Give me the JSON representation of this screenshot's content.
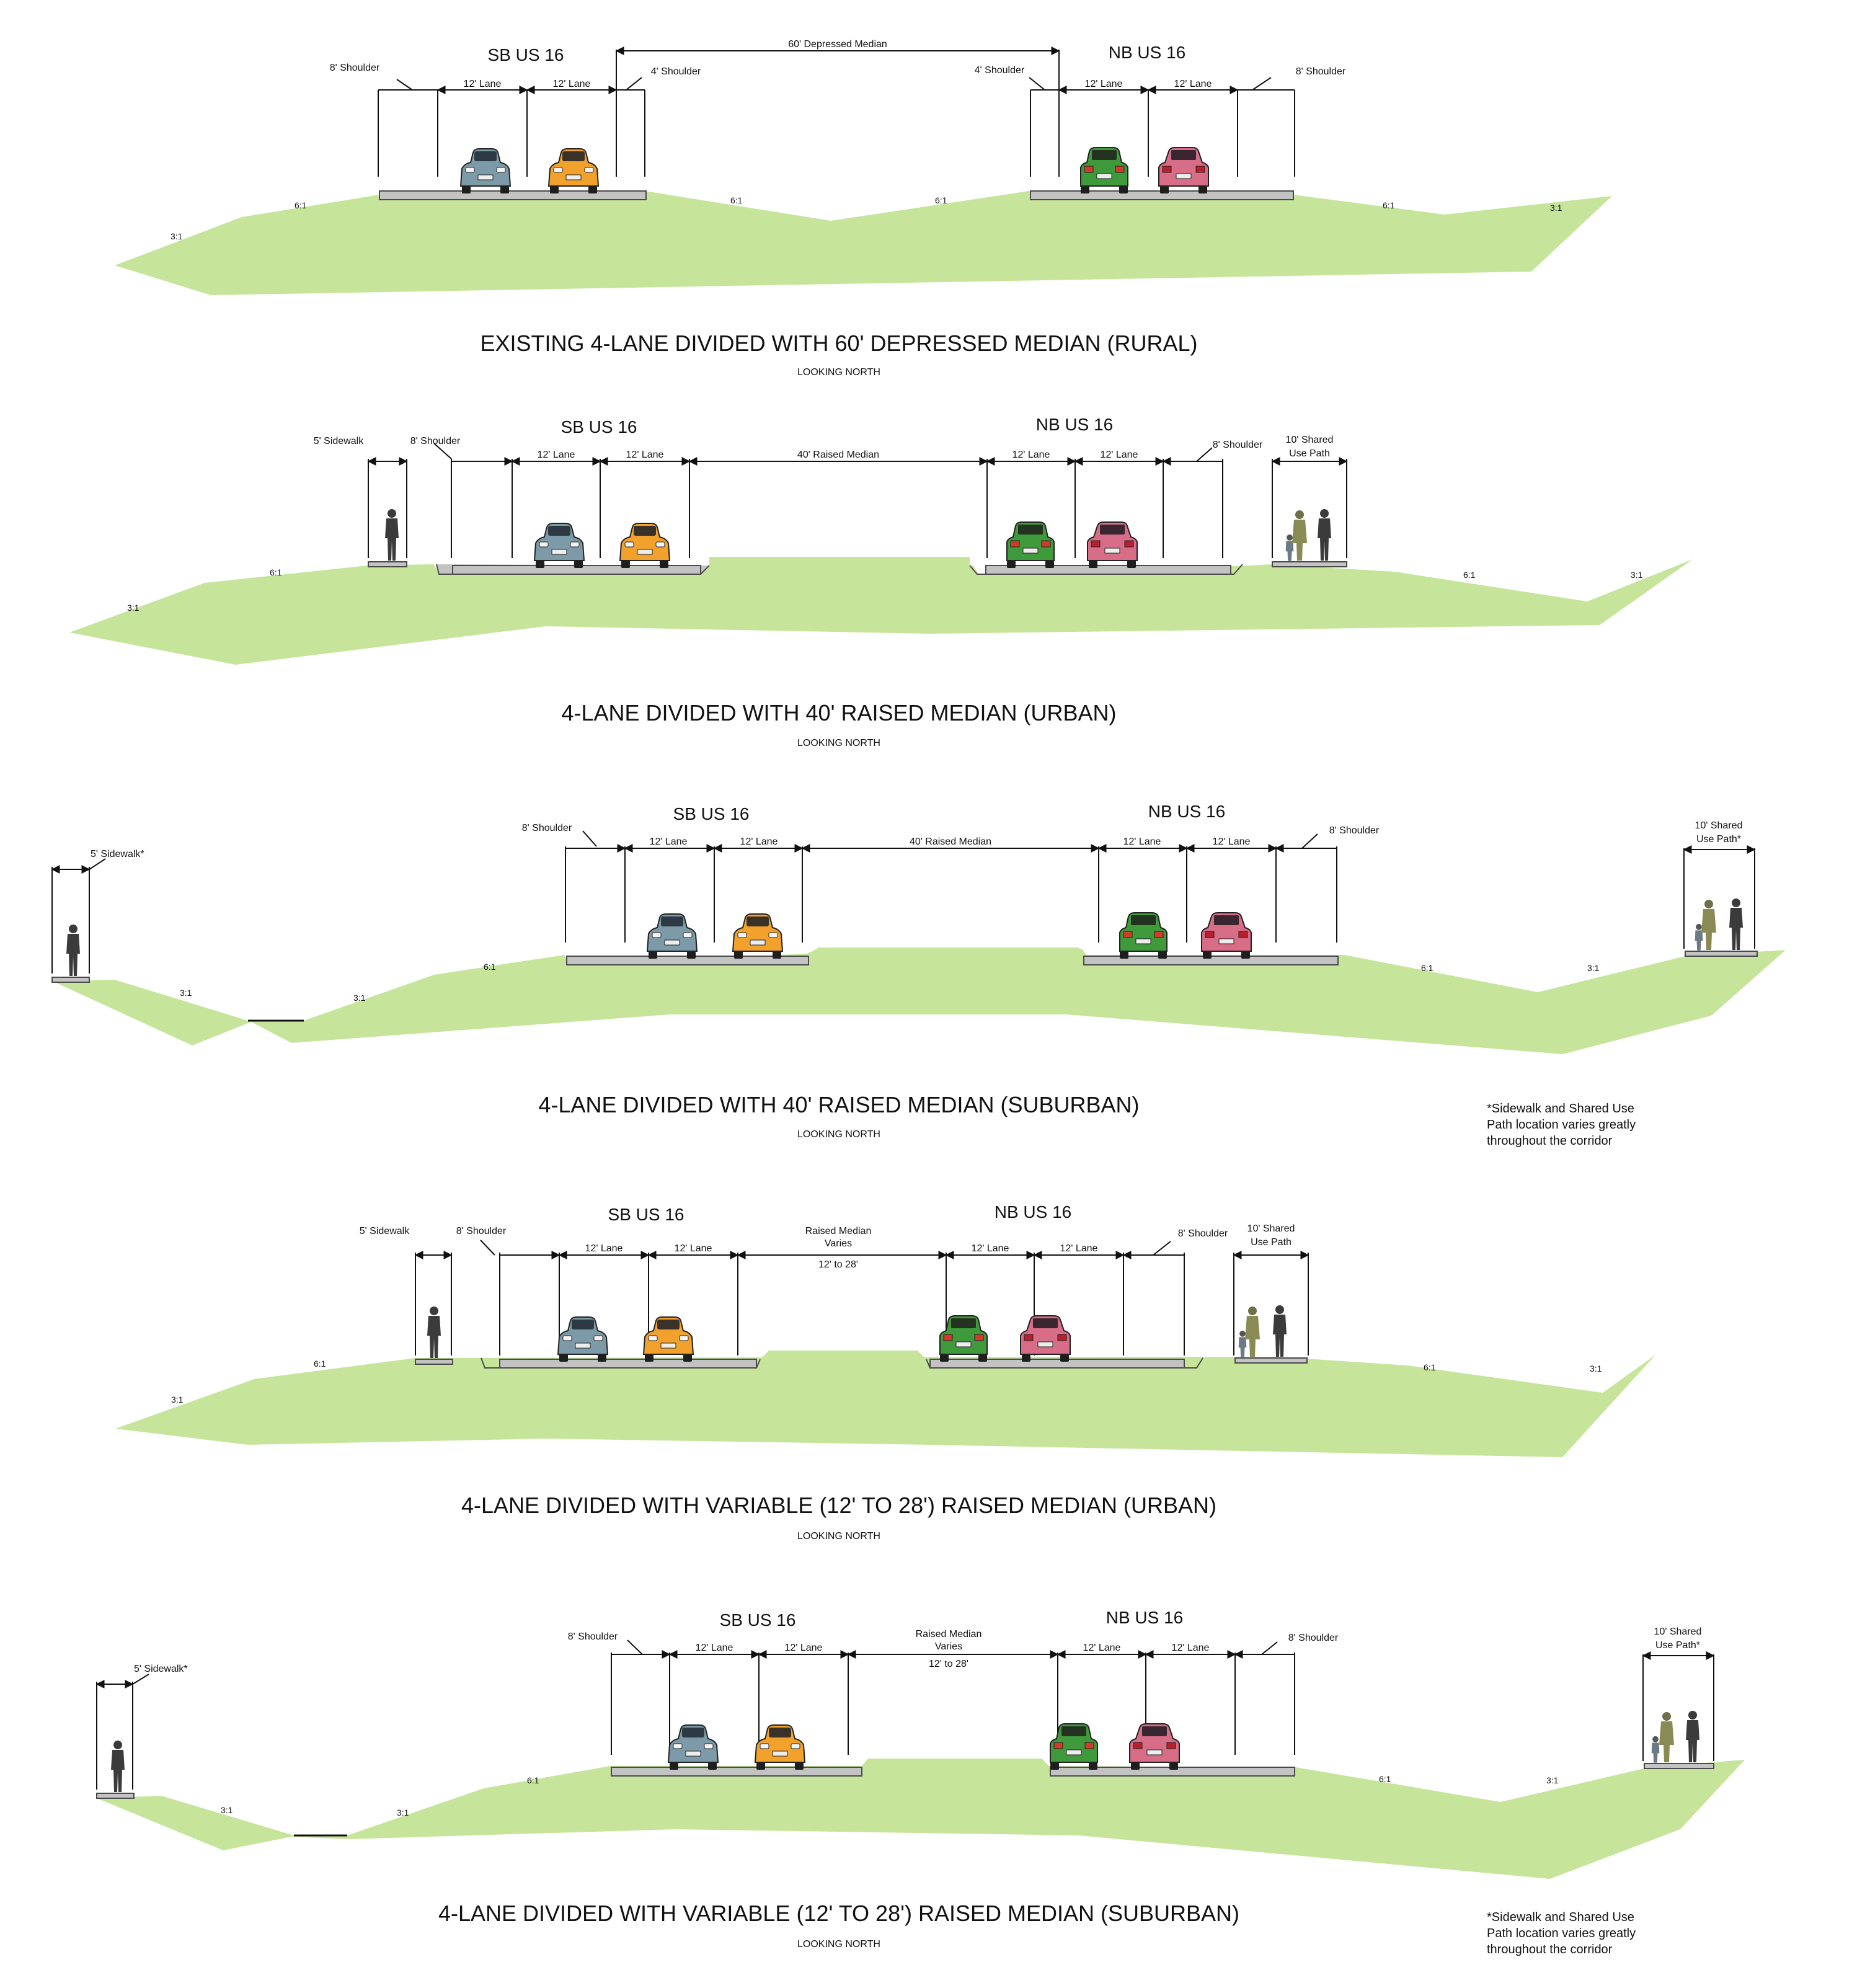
{
  "colors": {
    "ground": "#c6e59b",
    "pavement": "#c3c3c3",
    "pavement_edge": "#4a4a4a",
    "ink": "#111111",
    "car_blue": "#7d9aa8",
    "car_orange": "#f2a22c",
    "car_green": "#3f9a3c",
    "car_pink": "#d86d88",
    "person": "#3b3b3b",
    "person_olive": "#8a8a55"
  },
  "icons": [
    "car-blue-icon",
    "car-orange-icon",
    "car-green-icon",
    "car-pink-icon",
    "pedestrian-icon"
  ],
  "sections": [
    {
      "id": "s1",
      "title": "EXISTING 4-LANE DIVIDED WITH 60' DEPRESSED MEDIAN (RURAL)",
      "subtitle": "LOOKING NORTH",
      "sb_label": "SB US 16",
      "nb_label": "NB US 16",
      "dims": [
        "8' Shoulder",
        "12' Lane",
        "12' Lane",
        "4' Shoulder",
        "60' Depressed Median",
        "4' Shoulder",
        "12' Lane",
        "12' Lane",
        "8' Shoulder"
      ],
      "slopes": [
        "3:1",
        "6:1",
        "6:1",
        "6:1",
        "6:1",
        "3:1"
      ]
    },
    {
      "id": "s2",
      "title": "4-LANE DIVIDED WITH 40' RAISED MEDIAN (URBAN)",
      "subtitle": "LOOKING NORTH",
      "sb_label": "SB US 16",
      "nb_label": "NB US 16",
      "dims": [
        "5' Sidewalk",
        "8' Shoulder",
        "12' Lane",
        "12' Lane",
        "40' Raised Median",
        "12' Lane",
        "12' Lane",
        "8' Shoulder",
        "10' Shared",
        "Use Path"
      ],
      "slopes": [
        "3:1",
        "6:1",
        "6:1",
        "3:1"
      ]
    },
    {
      "id": "s3",
      "title": "4-LANE DIVIDED WITH 40' RAISED MEDIAN (SUBURBAN)",
      "subtitle": "LOOKING NORTH",
      "sb_label": "SB US 16",
      "nb_label": "NB US 16",
      "dims": [
        "5' Sidewalk*",
        "8' Shoulder",
        "12' Lane",
        "12' Lane",
        "40' Raised Median",
        "12' Lane",
        "12' Lane",
        "8' Shoulder",
        "10' Shared",
        "Use Path*"
      ],
      "slopes": [
        "3:1",
        "3:1",
        "6:1",
        "6:1",
        "3:1"
      ],
      "note": [
        "*Sidewalk and Shared Use",
        "Path location varies greatly",
        "throughout the corridor"
      ]
    },
    {
      "id": "s4",
      "title": "4-LANE DIVIDED WITH VARIABLE (12' TO 28') RAISED MEDIAN (URBAN)",
      "subtitle": "LOOKING NORTH",
      "sb_label": "SB US 16",
      "nb_label": "NB US 16",
      "dims": [
        "5' Sidewalk",
        "8' Shoulder",
        "12' Lane",
        "12' Lane",
        "Raised Median",
        "Varies",
        "12' to 28'",
        "12' Lane",
        "12' Lane",
        "8' Shoulder",
        "10' Shared",
        "Use Path"
      ],
      "slopes": [
        "3:1",
        "6:1",
        "6:1",
        "3:1"
      ]
    },
    {
      "id": "s5",
      "title": "4-LANE DIVIDED WITH VARIABLE (12' TO 28') RAISED MEDIAN (SUBURBAN)",
      "subtitle": "LOOKING NORTH",
      "sb_label": "SB US 16",
      "nb_label": "NB US 16",
      "dims": [
        "5' Sidewalk*",
        "8' Shoulder",
        "12' Lane",
        "12' Lane",
        "Raised Median",
        "Varies",
        "12' to 28'",
        "12' Lane",
        "12' Lane",
        "8' Shoulder",
        "10' Shared",
        "Use Path*"
      ],
      "slopes": [
        "3:1",
        "3:1",
        "6:1",
        "6:1",
        "3:1"
      ],
      "note": [
        "*Sidewalk and Shared Use",
        "Path location varies greatly",
        "throughout the corridor"
      ]
    }
  ]
}
